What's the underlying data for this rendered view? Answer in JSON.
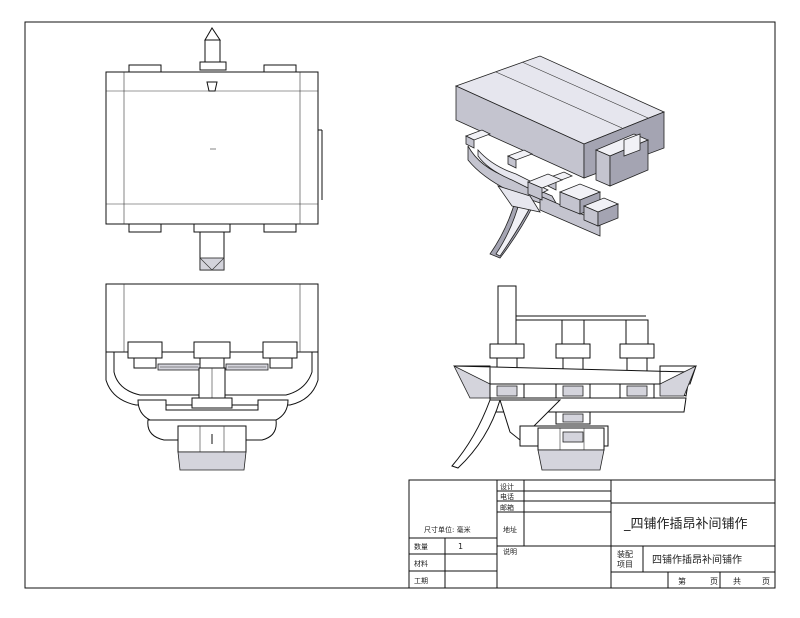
{
  "title_block": {
    "main_title": "_四铺作插昂补间铺作",
    "unit_label": "尺寸单位: 毫米",
    "quantity_label": "数量",
    "quantity_value": "1",
    "material_label": "材料",
    "period_label": "工期",
    "design_label": "设计",
    "phone_label": "电话",
    "email_label": "邮箱",
    "address_label": "地址",
    "note_label": "说明",
    "assembly_label_1": "装配",
    "assembly_label_2": "项目",
    "assembly_name": "四铺作插昂补间铺作",
    "page_label": "第",
    "page_unit_1": "页",
    "total_label": "共",
    "page_unit_2": "页"
  }
}
